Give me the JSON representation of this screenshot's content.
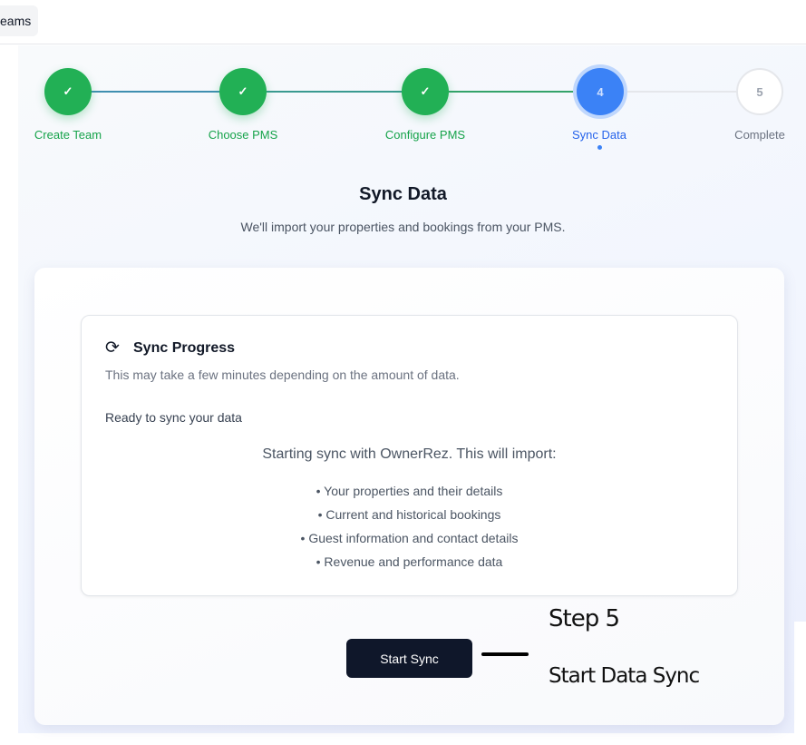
{
  "topbar": {
    "teams_label": "eams"
  },
  "stepper": {
    "steps": [
      {
        "label": "Create Team",
        "status": "complete",
        "icon": "check-icon"
      },
      {
        "label": "Choose PMS",
        "status": "complete",
        "icon": "check-icon"
      },
      {
        "label": "Configure PMS",
        "status": "complete",
        "icon": "check-icon"
      },
      {
        "label": "Sync Data",
        "number": "4",
        "status": "active"
      },
      {
        "label": "Complete",
        "number": "5",
        "status": "pending"
      }
    ],
    "colors": {
      "complete": "#22b055",
      "active": "#3b82f6",
      "pending": "#9ca3af"
    }
  },
  "page": {
    "title": "Sync Data",
    "subtitle": "We'll import your properties and bookings from your PMS."
  },
  "sync": {
    "title": "Sync Progress",
    "icon": "refresh-icon",
    "description": "This may take a few minutes depending on the amount of data.",
    "status": "Ready to sync your data",
    "starting": "Starting sync with OwnerRez. This will import:",
    "items": [
      "• Your properties and their details",
      "• Current and historical bookings",
      "• Guest information and contact details",
      "• Revenue and performance data"
    ],
    "button": "Start Sync"
  },
  "annotation": {
    "step": "Step 5",
    "text": "Start Data Sync"
  }
}
